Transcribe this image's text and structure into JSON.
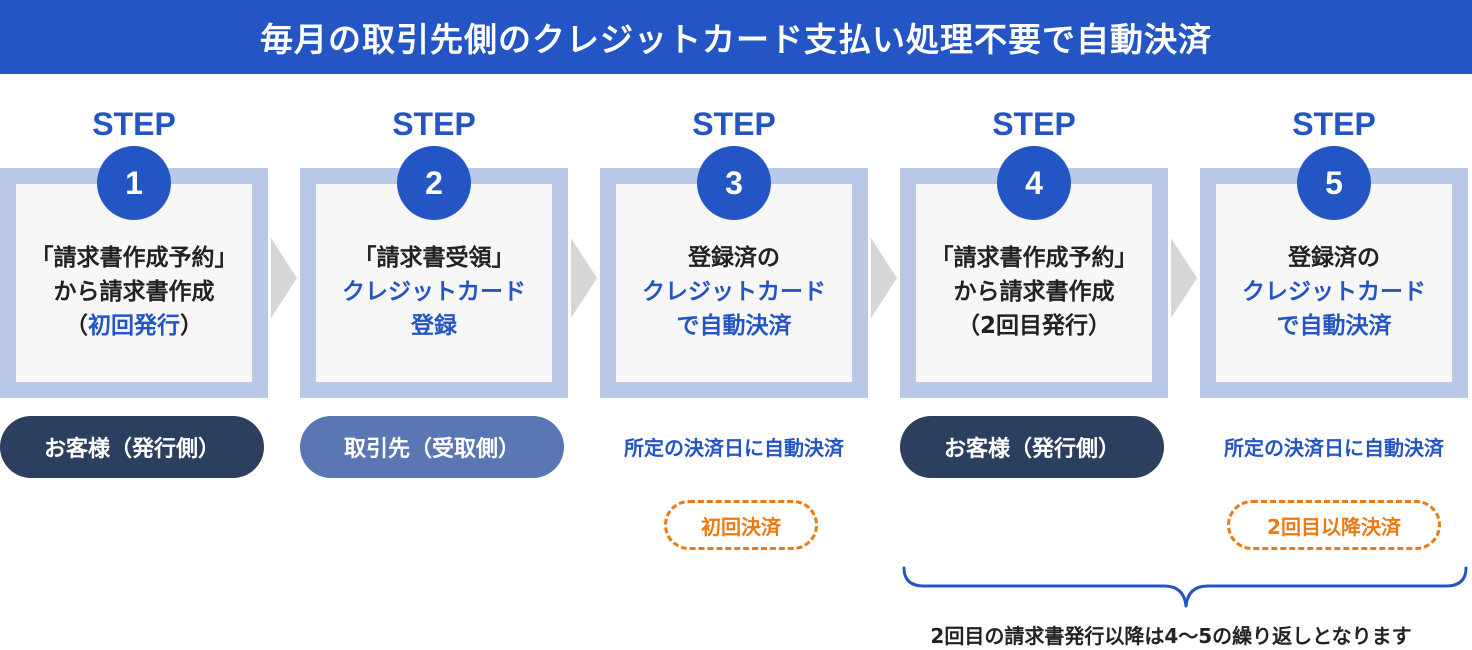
{
  "banner": {
    "title": "毎月の取引先側のクレジットカード支払い処理不要で自動決済"
  },
  "steps": [
    {
      "label": "STEP",
      "number": "1",
      "lines": [
        {
          "text": "「請求書作成予約」",
          "color": "#222222"
        },
        {
          "text": "から請求書作成",
          "color": "#222222"
        },
        {
          "pre": "（",
          "emph": "初回発行",
          "post": "）"
        }
      ],
      "role": {
        "text": "お客様（発行側）",
        "kind": "pill",
        "color": "#2c3f5f"
      }
    },
    {
      "label": "STEP",
      "number": "2",
      "lines": [
        {
          "text": "「請求書受領」",
          "color": "#222222"
        },
        {
          "text": "クレジットカード",
          "color": "#2356c4"
        },
        {
          "text": "登録",
          "color": "#2356c4"
        }
      ],
      "role": {
        "text": "取引先（受取側）",
        "kind": "pill",
        "color": "#5a77b4"
      }
    },
    {
      "label": "STEP",
      "number": "3",
      "lines": [
        {
          "text": "登録済の",
          "color": "#222222"
        },
        {
          "text": "クレジットカード",
          "color": "#2356c4"
        },
        {
          "text": "で自動決済",
          "color": "#2356c4"
        }
      ],
      "role": {
        "text": "所定の決済日に自動決済",
        "kind": "text"
      },
      "badge": "初回決済"
    },
    {
      "label": "STEP",
      "number": "4",
      "lines": [
        {
          "text": "「請求書作成予約」",
          "color": "#222222"
        },
        {
          "text": "から請求書作成",
          "color": "#222222"
        },
        {
          "text": "（2回目発行）",
          "color": "#222222"
        }
      ],
      "role": {
        "text": "お客様（発行側）",
        "kind": "pill",
        "color": "#2c3f5f"
      }
    },
    {
      "label": "STEP",
      "number": "5",
      "lines": [
        {
          "text": "登録済の",
          "color": "#222222"
        },
        {
          "text": "クレジットカード",
          "color": "#2356c4"
        },
        {
          "text": "で自動決済",
          "color": "#2356c4"
        }
      ],
      "role": {
        "text": "所定の決済日に自動決済",
        "kind": "text"
      },
      "badge": "2回目以降決済"
    }
  ],
  "footer_note": "2回目の請求書発行以降は4〜5の繰り返しとなります",
  "colors": {
    "brand_blue": "#2356c4",
    "frame": "#bac8e7",
    "accent_orange": "#ec7a12",
    "arrow": "#d6d6d6"
  }
}
